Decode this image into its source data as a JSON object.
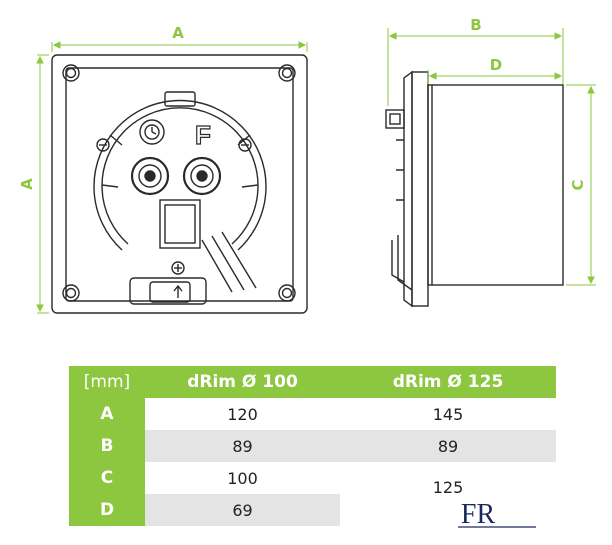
{
  "dimensions": {
    "A": "A",
    "B": "B",
    "C": "C",
    "D": "D"
  },
  "front_panel": {
    "letter": "F"
  },
  "colors": {
    "accent": "#8dc63f",
    "stripe": "#e4e4e4",
    "line": "#2a2a2a"
  },
  "table": {
    "headers": [
      "[mm]",
      "dRim Ø 100",
      "dRim Ø 125"
    ],
    "rows": [
      {
        "key": "A",
        "v100": "120",
        "v125": "145"
      },
      {
        "key": "B",
        "v100": "89",
        "v125": "89"
      },
      {
        "key": "C",
        "v100": "100",
        "v125": "125"
      },
      {
        "key": "D",
        "v100": "69",
        "v125": ""
      }
    ]
  },
  "logo": {
    "text": "FR"
  }
}
